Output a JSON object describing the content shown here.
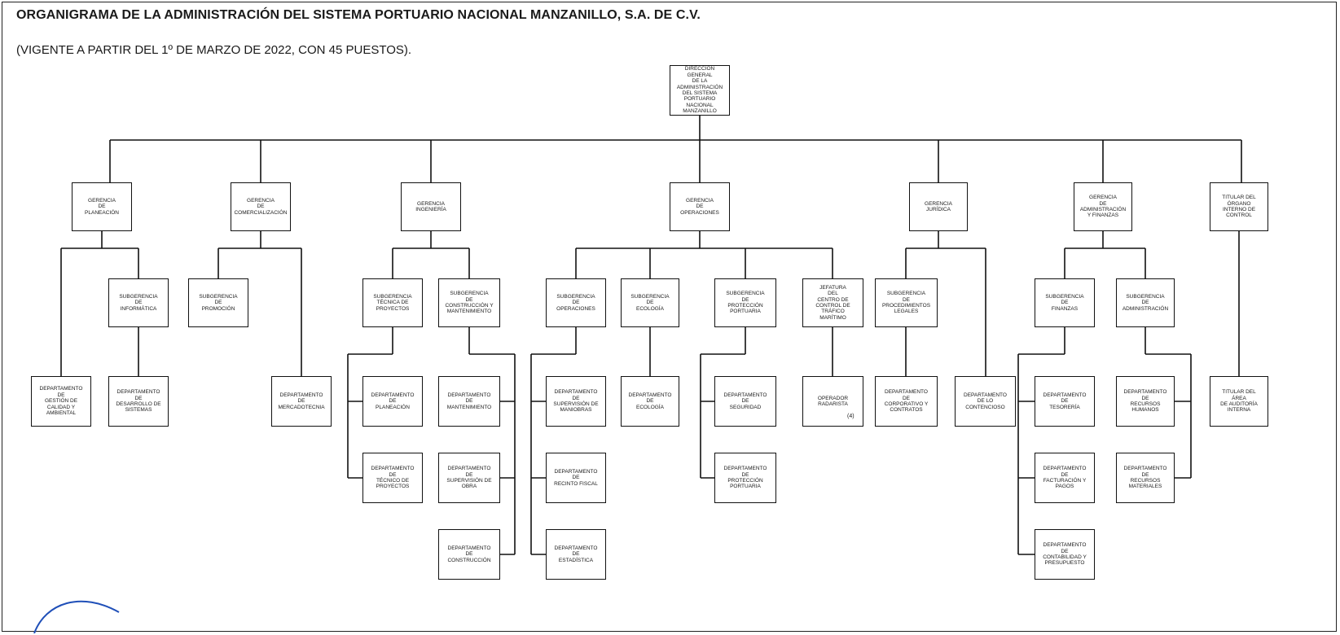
{
  "header": {
    "title": "ORGANIGRAMA DE LA ADMINISTRACIÓN DEL SISTEMA PORTUARIO NACIONAL MANZANILLO, S.A. DE C.V.",
    "subtitle": "(VIGENTE A PARTIR DEL 1º DE MARZO DE  2022, CON 45 PUESTOS)."
  },
  "org": {
    "direccion": "DIRECCIÓN\nGENERAL\nDE LA\nADMINISTRACIÓN\nDEL SISTEMA\nPORTUARIO\nNACIONAL\nMANZANILLO",
    "g_plan": "GERENCIA\nDE\nPLANEACIÓN",
    "g_com": "GERENCIA\nDE\nCOMERCIALIZACIÓN",
    "g_ing": "GERENCIA\nINGENIERÍA",
    "g_op": "GERENCIA\nDE\nOPERACIONES",
    "g_jur": "GERENCIA\nJURÍDICA",
    "g_adm": "GERENCIA\nDE\nADMINISTRACIÓN\nY FINANZAS",
    "t_oic": "TITULAR DEL\nÓRGANO\nINTERNO DE\nCONTROL",
    "s_inf": "SUBGERENCIA\nDE\nINFORMÁTICA",
    "s_prom": "SUBGERENCIA\nDE\nPROMOCIÓN",
    "s_tec": "SUBGERENCIA\nTÉCNICA DE\nPROYECTOS",
    "s_cons": "SUBGERENCIA\nDE\nCONSTRUCCIÓN Y\nMANTENIMIENTO",
    "s_oper": "SUBGERENCIA\nDE\nOPERACIONES",
    "s_eco": "SUBGERENCIA\nDE\nECOLOGÍA",
    "s_prot": "SUBGERENCIA\nDE\nPROTECCIÓN\nPORTUARIA",
    "j_ctm": "JEFATURA\nDEL\nCENTRO DE\nCONTROL DE\nTRÁFICO\nMARÍTIMO",
    "s_proc": "SUBGERENCIA\nDE\nPROCEDIMIENTOS\nLEGALES",
    "s_fin": "SUBGERENCIA\nDE\nFINANZAS",
    "s_admin": "SUBGERENCIA\nDE\nADMINISTRACIÓN",
    "d_gest": "DEPARTAMENTO\nDE\nGESTIÓN DE\nCALIDAD Y\nAMBIENTAL",
    "d_dsis": "DEPARTAMENTO\nDE\nDESARROLLO DE\nSISTEMAS",
    "d_merc": "DEPARTAMENTO\nDE\nMERCADOTECNIA",
    "d_plan": "DEPARTAMENTO\nDE\nPLANEACIÓN",
    "d_tecp": "DEPARTAMENTO\nDE\nTÉCNICO DE\nPROYECTOS",
    "d_mant": "DEPARTAMENTO\nDE\nMANTENIMIENTO",
    "d_sup": "DEPARTAMENTO\nDE\nSUPERVISIÓN DE\nOBRA",
    "d_cons": "DEPARTAMENTO\nDE\nCONSTRUCCIÓN",
    "d_man": "DEPARTAMENTO\nDE\nSUPERVISIÓN DE\nMANIOBRAS",
    "d_rec": "DEPARTAMENTO\nDE\nRECINTO FISCAL",
    "d_est": "DEPARTAMENTO\nDE\nESTADÍSTICA",
    "d_eco": "DEPARTAMENTO\nDE\nECOLOGÍA",
    "d_seg": "DEPARTAMENTO\nDE\nSEGURIDAD",
    "d_prot": "DEPARTAMENTO\nDE\nPROTECCIÓN\nPORTUARIA",
    "o_rad": "OPERADOR\nRADARISTA",
    "o_rad_count": "(4)",
    "d_corp": "DEPARTAMENTO\nDE\nCORPORATIVO Y\nCONTRATOS",
    "d_cont": "DEPARTAMENTO\nDE LO\nCONTENCIOSO",
    "d_tes": "DEPARTAMENTO\nDE\nTESORERÍA",
    "d_fact": "DEPARTAMENTO\nDE\nFACTURACIÓN Y\nPAGOS",
    "d_contab": "DEPARTAMENTO\nDE\nCONTABILIDAD Y\nPRESUPUESTO",
    "d_rh": "DEPARTAMENTO\nDE\nRECURSOS\nHUMANOS",
    "d_rm": "DEPARTAMENTO\nDE\nRECURSOS\nMATERIALES",
    "t_aud": "TITULAR DEL\nÁREA\nDE AUDITORÍA\nINTERNA"
  }
}
